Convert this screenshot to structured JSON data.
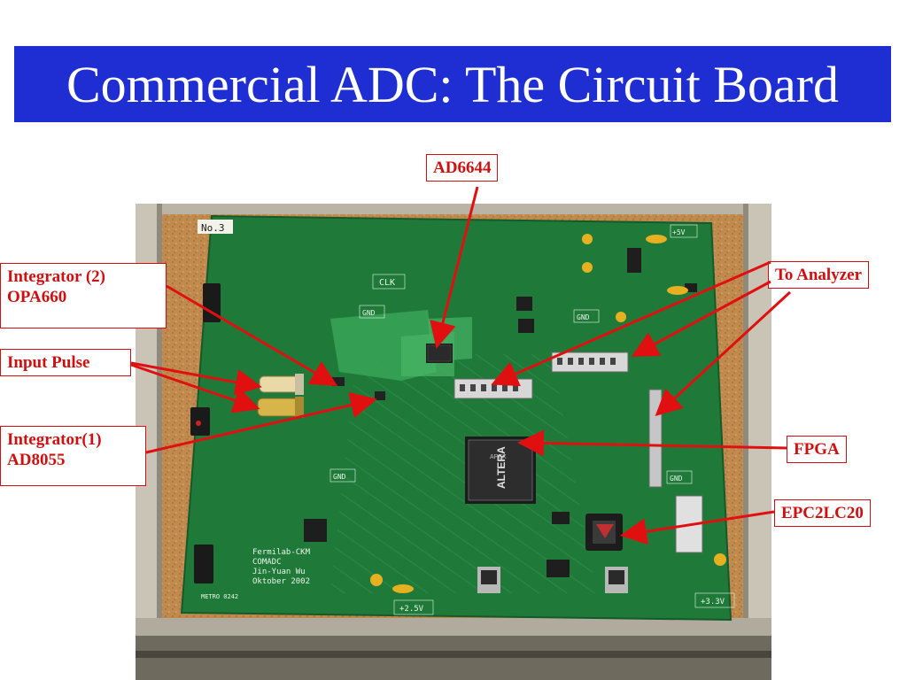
{
  "slide": {
    "title": "Commercial ADC: The Circuit Board"
  },
  "labels": {
    "ad6644": "AD6644",
    "integrator2_line1": "Integrator (2)",
    "integrator2_line2": "OPA660",
    "input_pulse": "Input Pulse",
    "integrator1_line1": "Integrator(1)",
    "integrator1_line2": "AD8055",
    "to_analyzer": "To Analyzer",
    "fpga": "FPGA",
    "epc2lc20": "EPC2LC20"
  },
  "board_markings": {
    "board_number": "No.3",
    "clk": "CLK",
    "gnd": "GND",
    "plus5v": "+5V",
    "plus2_5v": "+2.5V",
    "plus3_3v": "+3.3V",
    "altera_logo": "ALTERA",
    "altera_subtext": "APEX",
    "credit_line1": "Fermilab-CKM",
    "credit_line2": "COMADC",
    "credit_line3": "Jin-Yuan Wu",
    "credit_line4": "Oktober 2002",
    "metro": "METRO 0242"
  },
  "colors": {
    "title_bar": "#1f2ed2",
    "label_red": "#d01010",
    "pcb_green": "#1f7a3a",
    "cork": "#c08a4e",
    "frame_aluminum": "#b9b4a6"
  }
}
